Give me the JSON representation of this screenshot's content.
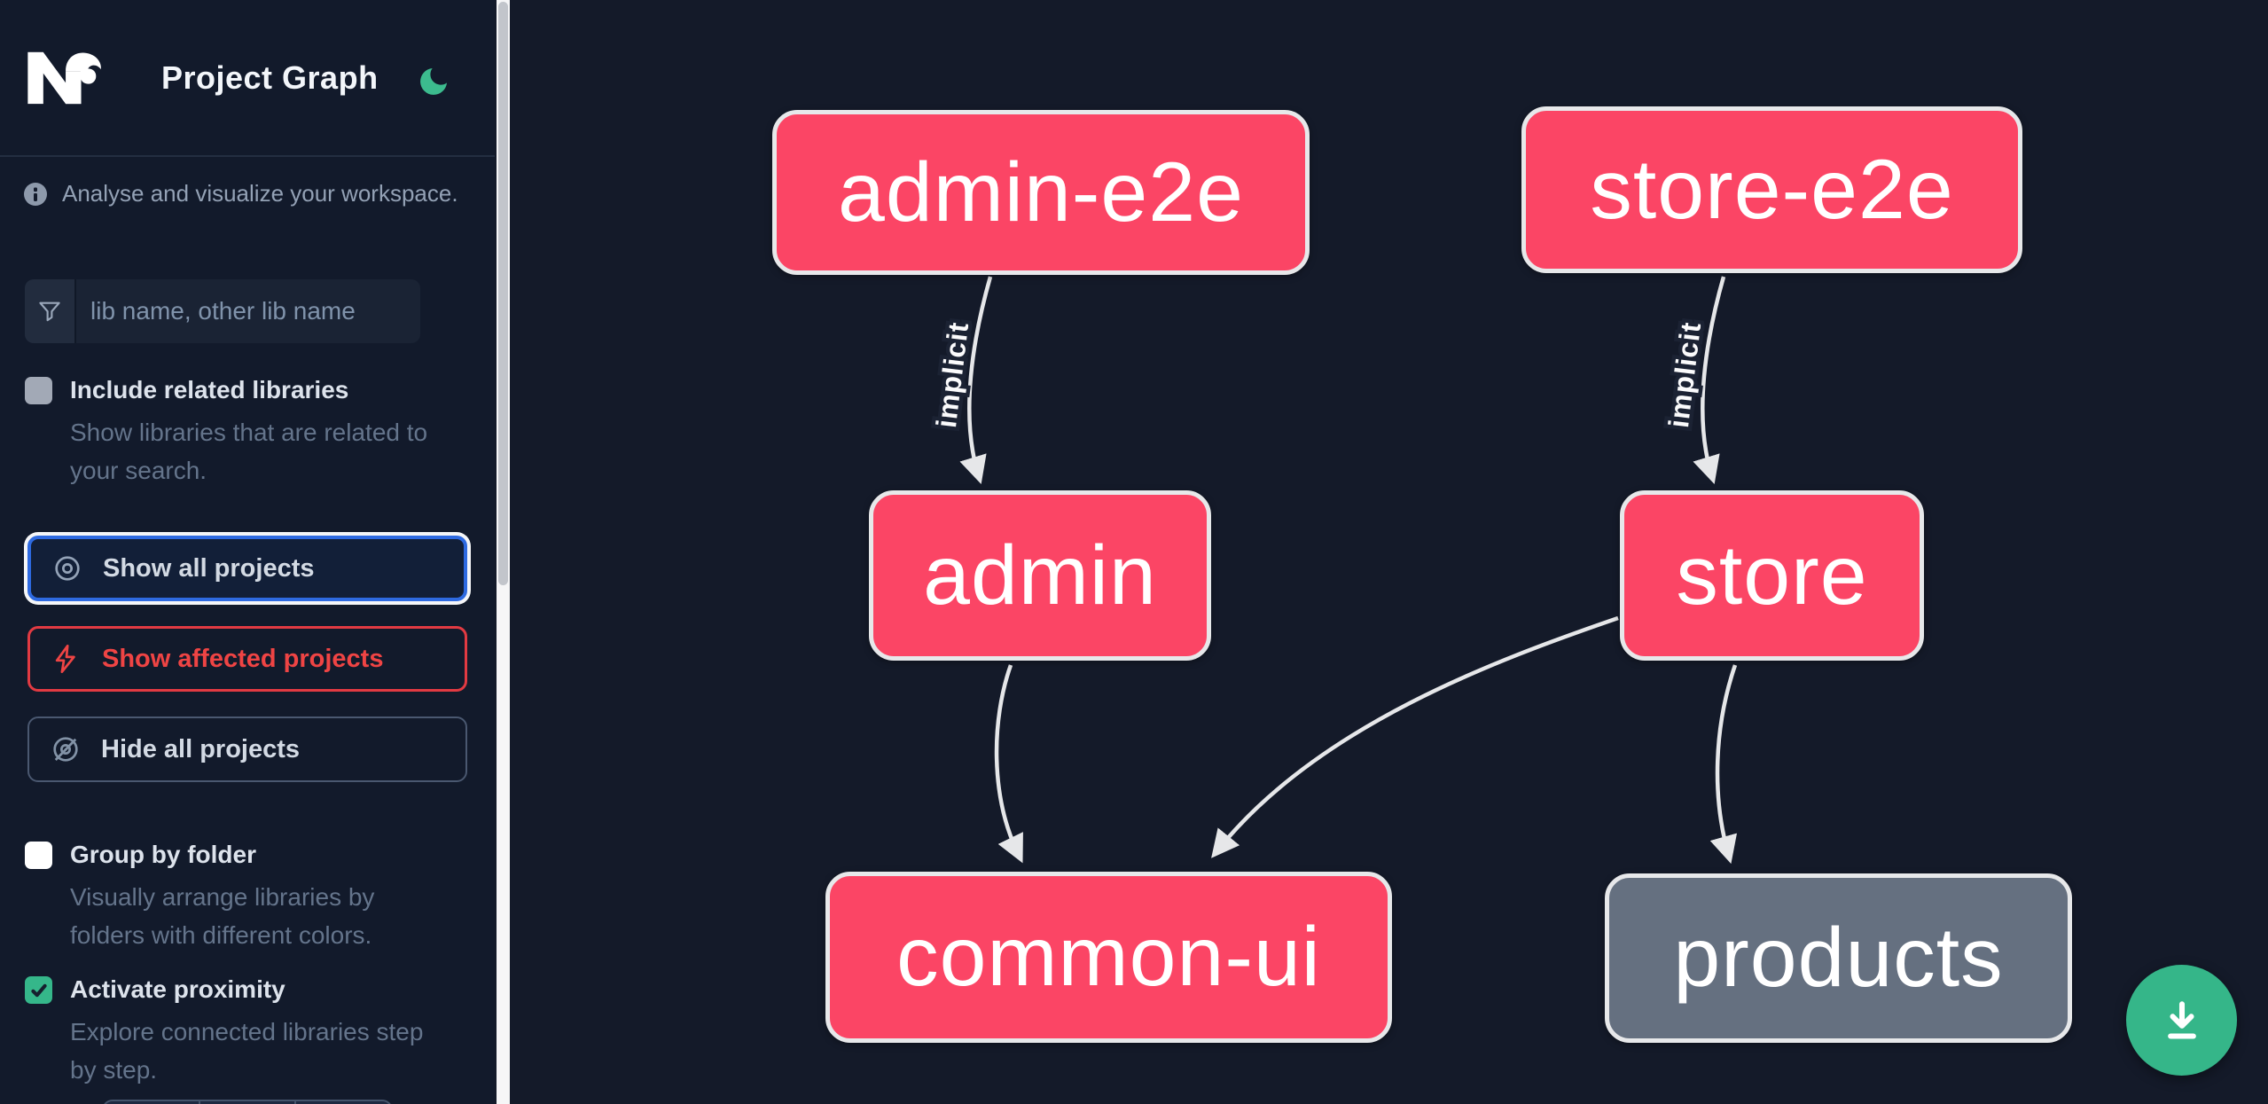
{
  "app": {
    "title": "Project Graph",
    "logo": "nx-logo",
    "theme_toggle": "moon-icon"
  },
  "sidebar": {
    "tagline": "Analyse and visualize your workspace.",
    "search": {
      "placeholder": "lib name, other lib name",
      "icon": "funnel-icon"
    },
    "toggles": [
      {
        "label": "Include related libraries",
        "description": "Show libraries that are related to your search.",
        "checked": false
      },
      {
        "label": "Group by folder",
        "description": "Visually arrange libraries by folders with different colors.",
        "checked": false
      },
      {
        "label": "Activate proximity",
        "description": "Explore connected libraries step by step.",
        "checked": true
      }
    ],
    "buttons": [
      {
        "label": "Show all projects",
        "icon": "eye-icon",
        "state": "focused"
      },
      {
        "label": "Show affected projects",
        "icon": "bolt-icon",
        "state": "affected"
      },
      {
        "label": "Hide all projects",
        "icon": "eye-off-icon",
        "state": "default"
      }
    ]
  },
  "graph": {
    "nodes": [
      {
        "id": "admin-e2e",
        "label": "admin-e2e",
        "color": "#fb4565"
      },
      {
        "id": "store-e2e",
        "label": "store-e2e",
        "color": "#fb4565"
      },
      {
        "id": "admin",
        "label": "admin",
        "color": "#fb4565"
      },
      {
        "id": "store",
        "label": "store",
        "color": "#fb4565"
      },
      {
        "id": "common-ui",
        "label": "common-ui",
        "color": "#fb4565"
      },
      {
        "id": "products",
        "label": "products",
        "color": "#657080"
      }
    ],
    "edges": [
      {
        "from": "admin-e2e",
        "to": "admin",
        "label": "implicit"
      },
      {
        "from": "store-e2e",
        "to": "store",
        "label": "implicit"
      },
      {
        "from": "admin",
        "to": "common-ui",
        "label": ""
      },
      {
        "from": "store",
        "to": "common-ui",
        "label": ""
      },
      {
        "from": "store",
        "to": "products",
        "label": ""
      }
    ]
  },
  "fab": {
    "icon": "download-icon"
  },
  "colors": {
    "sidebar_bg": "#121a2b",
    "canvas_bg": "#141a29",
    "node_pink": "#fb4565",
    "node_gray": "#657080",
    "edge": "#e6e7e9",
    "accent_green": "#35b78a",
    "focus_blue": "#2e6ae1",
    "affected_red": "#ef4444"
  }
}
